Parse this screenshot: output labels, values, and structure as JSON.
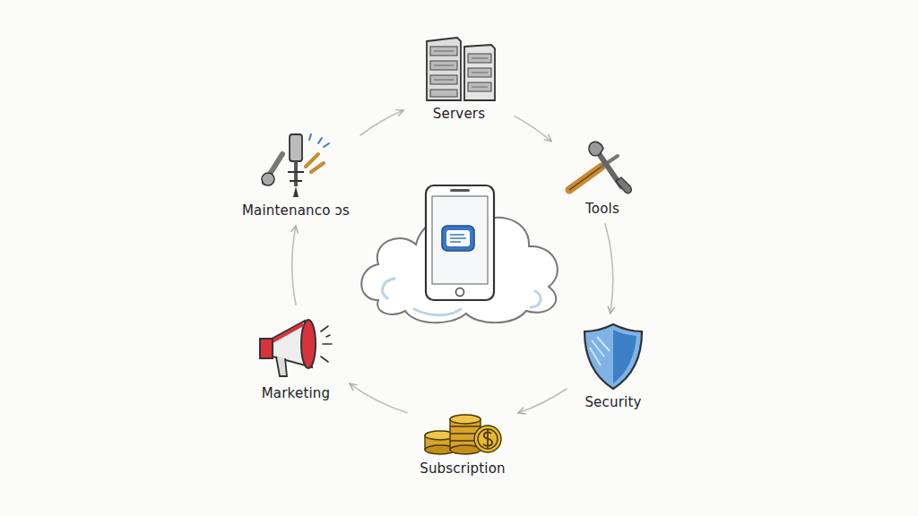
{
  "diagram": {
    "nodes": [
      {
        "text": [
          "Servers"
        ]
      },
      {
        "text": [
          "Tools"
        ]
      },
      {
        "text": [
          "Security"
        ]
      },
      {
        "text": [
          "Subscription"
        ]
      },
      {
        "text": [
          "Marketing"
        ]
      },
      {
        "text": [
          "Maintenanco ɔs"
        ]
      }
    ],
    "edges": [
      {
        "from": 0,
        "to": 1,
        "arrow": "to"
      },
      {
        "from": 1,
        "to": 2,
        "arrow": "to"
      },
      {
        "from": 2,
        "to": 3,
        "arrow": "to"
      },
      {
        "from": 3,
        "to": 4,
        "arrow": "to"
      },
      {
        "from": 4,
        "to": 5,
        "arrow": "to"
      },
      {
        "from": 5,
        "to": 0,
        "arrow": "to"
      }
    ]
  }
}
